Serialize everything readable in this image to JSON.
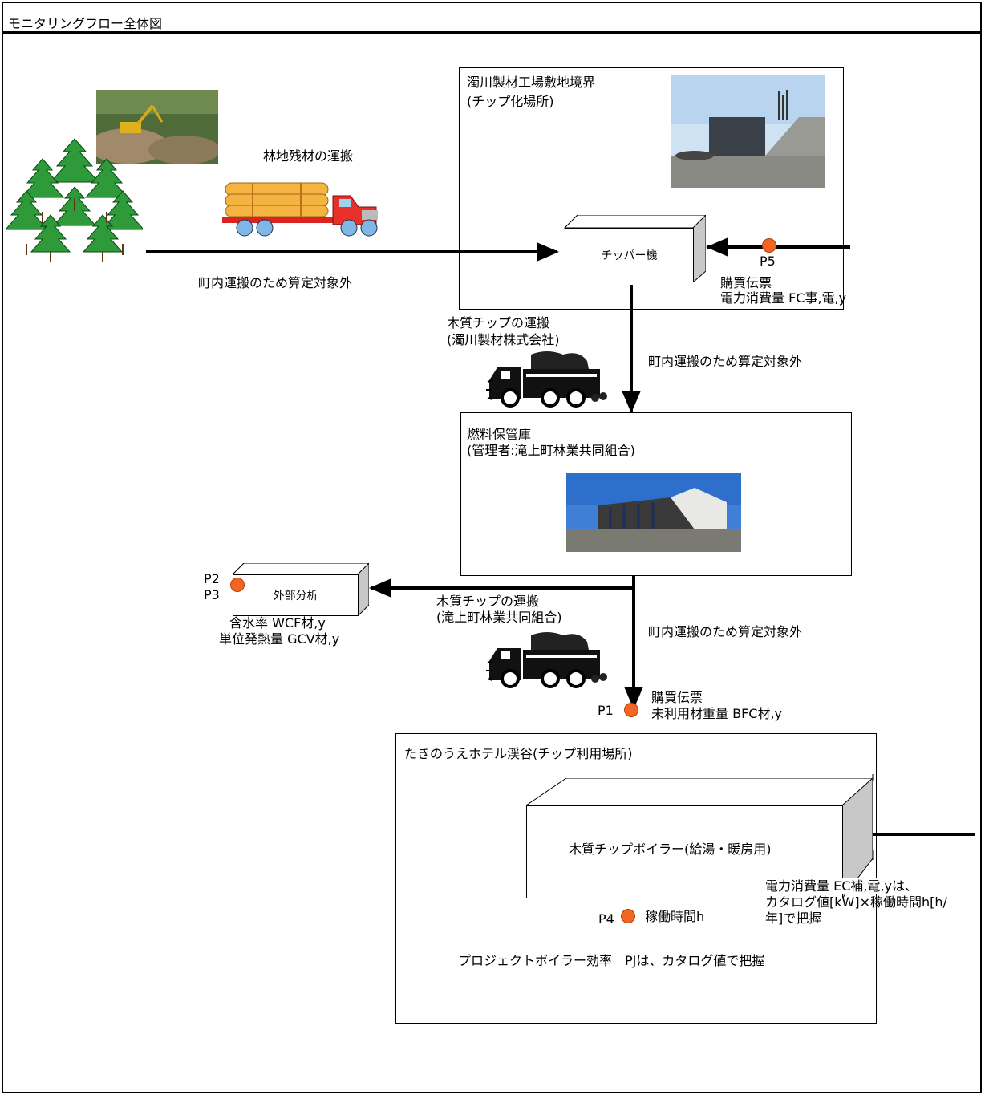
{
  "title": "モニタリングフロー全体図",
  "labels": {
    "forest_transport": "林地残材の運搬",
    "outside_scope_1": "町内運搬のため算定対象外",
    "outside_scope_2": "町内運搬のため算定対象外",
    "outside_scope_3": "町内運搬のため算定対象外",
    "chip_transport_1_line1": "木質チップの運搬",
    "chip_transport_1_line2": "(濁川製材株式会社)",
    "chip_transport_2_line1": "木質チップの運搬",
    "chip_transport_2_line2": "(滝上町林業共同組合)"
  },
  "sawmill": {
    "line1": "濁川製材工場敷地境界",
    "line2": "(チップ化場所)",
    "chipper": "チッパー機",
    "p5": "P5",
    "p5_line1": "購買伝票",
    "p5_line2": "電力消費量 FC事,電,y"
  },
  "storage": {
    "line1": "燃料保管庫",
    "line2": "(管理者:滝上町林業共同組合)"
  },
  "p1": {
    "id": "P1",
    "line1": "購買伝票",
    "line2": "未利用材重量 BFC材,y"
  },
  "hotel": {
    "title": "たきのうえホテル渓谷(チップ利用場所)",
    "boiler": "木質チップボイラー(給湯・暖房用)",
    "boiler_power_1": "電力消費量 EC補,電,yは、",
    "boiler_power_2": "カタログ値[kW]×稼働時間h[h/",
    "boiler_power_3": "年]で把握",
    "p4": "P4",
    "p4_label": "稼働時間h",
    "efficiency": "プロジェクトボイラー効率　PJは、カタログ値で把握"
  },
  "analysis": {
    "box": "外部分析",
    "p2": "P2",
    "p3": "P3",
    "line1": "含水率 WCF材,y",
    "line2": "単位発熱量 GCV材,y"
  },
  "colors": {
    "monitor_point": "#f26522",
    "truck_red": "#e8302a",
    "logs": "#f5b342",
    "tree_green": "#3aa63a"
  }
}
